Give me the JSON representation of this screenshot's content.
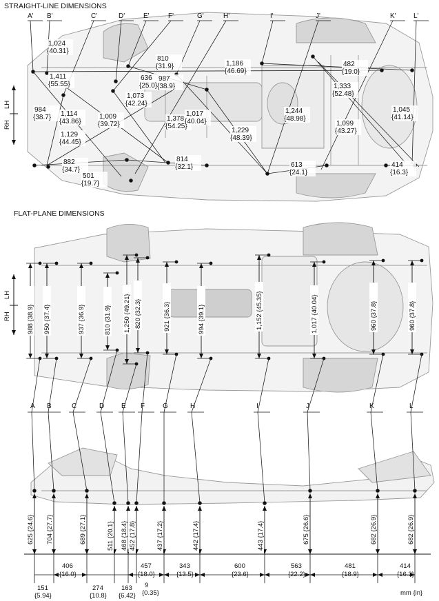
{
  "headings": {
    "straight": "STRAIGHT-LINE DIMENSIONS",
    "flat": "FLAT-PLANE DIMENSIONS",
    "units": "mm {in}"
  },
  "orientation": {
    "rh": "RH",
    "lh": "LH"
  },
  "top_points": [
    "A'",
    "B'",
    "C'",
    "D'",
    "E'",
    "F'",
    "G'",
    "H'",
    "I'",
    "J'",
    "K'",
    "L'"
  ],
  "top_dims": [
    {
      "mm": "1,024",
      "in": "{40.31}"
    },
    {
      "mm": "1,411",
      "in": "{55.55}"
    },
    {
      "mm": "984",
      "in": "{38.7}"
    },
    {
      "mm": "1,114",
      "in": "{43.86}"
    },
    {
      "mm": "1,129",
      "in": "{44.45}"
    },
    {
      "mm": "882",
      "in": "{34.7}"
    },
    {
      "mm": "501",
      "in": "{19.7}"
    },
    {
      "mm": "810",
      "in": "{31.9}"
    },
    {
      "mm": "636",
      "in": "{25.0}"
    },
    {
      "mm": "1,009",
      "in": "{39.72}"
    },
    {
      "mm": "1,073",
      "in": "{42.24}"
    },
    {
      "mm": "987",
      "in": "{38.9}"
    },
    {
      "mm": "1,378",
      "in": "{54.25}"
    },
    {
      "mm": "1,017",
      "in": "{40.04}"
    },
    {
      "mm": "814",
      "in": "{32.1}"
    },
    {
      "mm": "1,186",
      "in": "{46.69}"
    },
    {
      "mm": "1,229",
      "in": "{48.39}"
    },
    {
      "mm": "1,244",
      "in": "{48.98}"
    },
    {
      "mm": "613",
      "in": "{24.1}"
    },
    {
      "mm": "482",
      "in": "{19.0}"
    },
    {
      "mm": "1,333",
      "in": "{52.48}"
    },
    {
      "mm": "1,099",
      "in": "{43.27}"
    },
    {
      "mm": "1,045",
      "in": "{41.14}"
    },
    {
      "mm": "414",
      "in": "{16.3}"
    }
  ],
  "flat_widths": [
    {
      "mm": "988",
      "in": "{38.9}"
    },
    {
      "mm": "950",
      "in": "{37.4}"
    },
    {
      "mm": "937",
      "in": "{36.9}"
    },
    {
      "mm": "810",
      "in": "{31.9}"
    },
    {
      "mm": "1,250",
      "in": "{49.21}"
    },
    {
      "mm": "820",
      "in": "{32.3}"
    },
    {
      "mm": "921",
      "in": "{36.3}"
    },
    {
      "mm": "994",
      "in": "{39.1}"
    },
    {
      "mm": "1,152",
      "in": "{45.35}"
    },
    {
      "mm": "1,017",
      "in": "{40.04}"
    },
    {
      "mm": "960",
      "in": "{37.8}"
    },
    {
      "mm": "960",
      "in": "{37.8}"
    }
  ],
  "bottom_points": [
    "A",
    "B",
    "C",
    "D",
    "E",
    "F",
    "G",
    "H",
    "I",
    "J",
    "K",
    "L"
  ],
  "heights": [
    {
      "mm": "625",
      "in": "{24.6}"
    },
    {
      "mm": "704",
      "in": "{27.7}"
    },
    {
      "mm": "689",
      "in": "{27.1}"
    },
    {
      "mm": "511",
      "in": "{20.1}"
    },
    {
      "mm": "468",
      "in": "{18.4}"
    },
    {
      "mm": "452",
      "in": "{17.8}"
    },
    {
      "mm": "437",
      "in": "{17.2}"
    },
    {
      "mm": "442",
      "in": "{17.4}"
    },
    {
      "mm": "443",
      "in": "{17.4}"
    },
    {
      "mm": "675",
      "in": "{26.6}"
    },
    {
      "mm": "682",
      "in": "{26.9}"
    },
    {
      "mm": "682",
      "in": "{26.9}"
    }
  ],
  "spacing_upper": [
    {
      "mm": "406",
      "in": "{16.0}"
    },
    {
      "mm": "457",
      "in": "{18.0}"
    },
    {
      "mm": "343",
      "in": "{13.5}"
    },
    {
      "mm": "600",
      "in": "{23.6}"
    },
    {
      "mm": "563",
      "in": "{22.2}"
    },
    {
      "mm": "481",
      "in": "{18.9}"
    },
    {
      "mm": "414",
      "in": "{16.3}"
    }
  ],
  "spacing_lower": [
    {
      "mm": "151",
      "in": "{5.94}"
    },
    {
      "mm": "274",
      "in": "{10.8}"
    },
    {
      "mm": "163",
      "in": "{6.42}"
    },
    {
      "mm": "9",
      "in": "{0.35}"
    }
  ]
}
